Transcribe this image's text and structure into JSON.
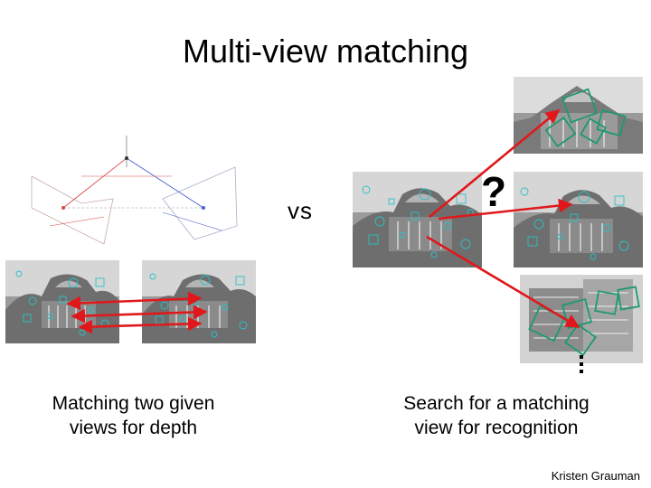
{
  "slide": {
    "title": "Multi-view matching",
    "vs_label": "vs",
    "question_mark": "?",
    "ellipsis": "...",
    "caption_left_line1": "Matching two given",
    "caption_left_line2": "views for depth",
    "caption_right_line1": "Search for a matching",
    "caption_right_line2": "view for recognition",
    "credit": "Kristen Grauman"
  },
  "colors": {
    "arrow": "#e0181b",
    "feature": "#29c2c8",
    "match_box": "#1d9a6c",
    "epipolar_red": "#d84a4a",
    "epipolar_blue": "#4a5fd0"
  }
}
